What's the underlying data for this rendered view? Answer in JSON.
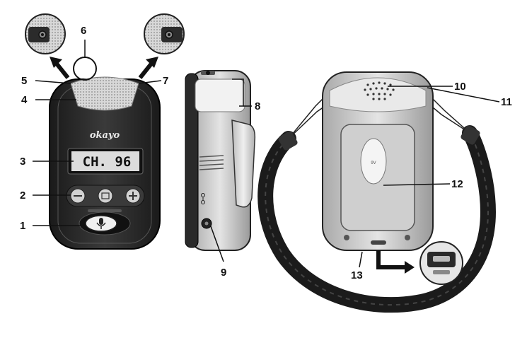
{
  "figure": {
    "brand_label": "okayo",
    "lcd_display": "CH. 96",
    "battery_marking": "9V",
    "callouts": [
      "1",
      "2",
      "3",
      "4",
      "5",
      "6",
      "7",
      "8",
      "9",
      "10",
      "11",
      "12",
      "13"
    ],
    "colors": {
      "ink": "#111111",
      "body_dark": "#2a2a2a",
      "body_grey": "#cfcfcf",
      "mesh": "#bdbdbd",
      "lcd_bg": "#dcdcdc"
    }
  }
}
